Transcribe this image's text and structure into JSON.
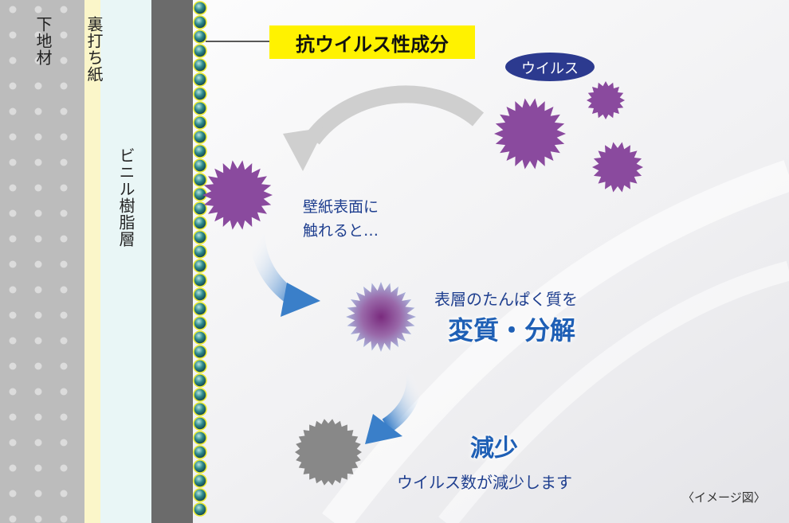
{
  "layers": {
    "substrate": "下地材",
    "backing_paper": "裏打ち紙",
    "vinyl_layer": "ビニル樹脂層"
  },
  "callouts": {
    "antiviral_component": "抗ウイルス性成分",
    "virus_badge": "ウイルス"
  },
  "steps": {
    "touch_line1": "壁紙表面に",
    "touch_line2": "触れると…",
    "protein_line": "表層のたんぱく質を",
    "denature": "変質・分解",
    "reduce": "減少",
    "reduce_desc": "ウイルス数が減少します"
  },
  "caption": "〈イメージ図〉",
  "colors": {
    "virus": "#8a4a9e",
    "accent_text": "#1f3f8f",
    "highlight": "#fff200",
    "arrow": "#3a7fc9"
  }
}
